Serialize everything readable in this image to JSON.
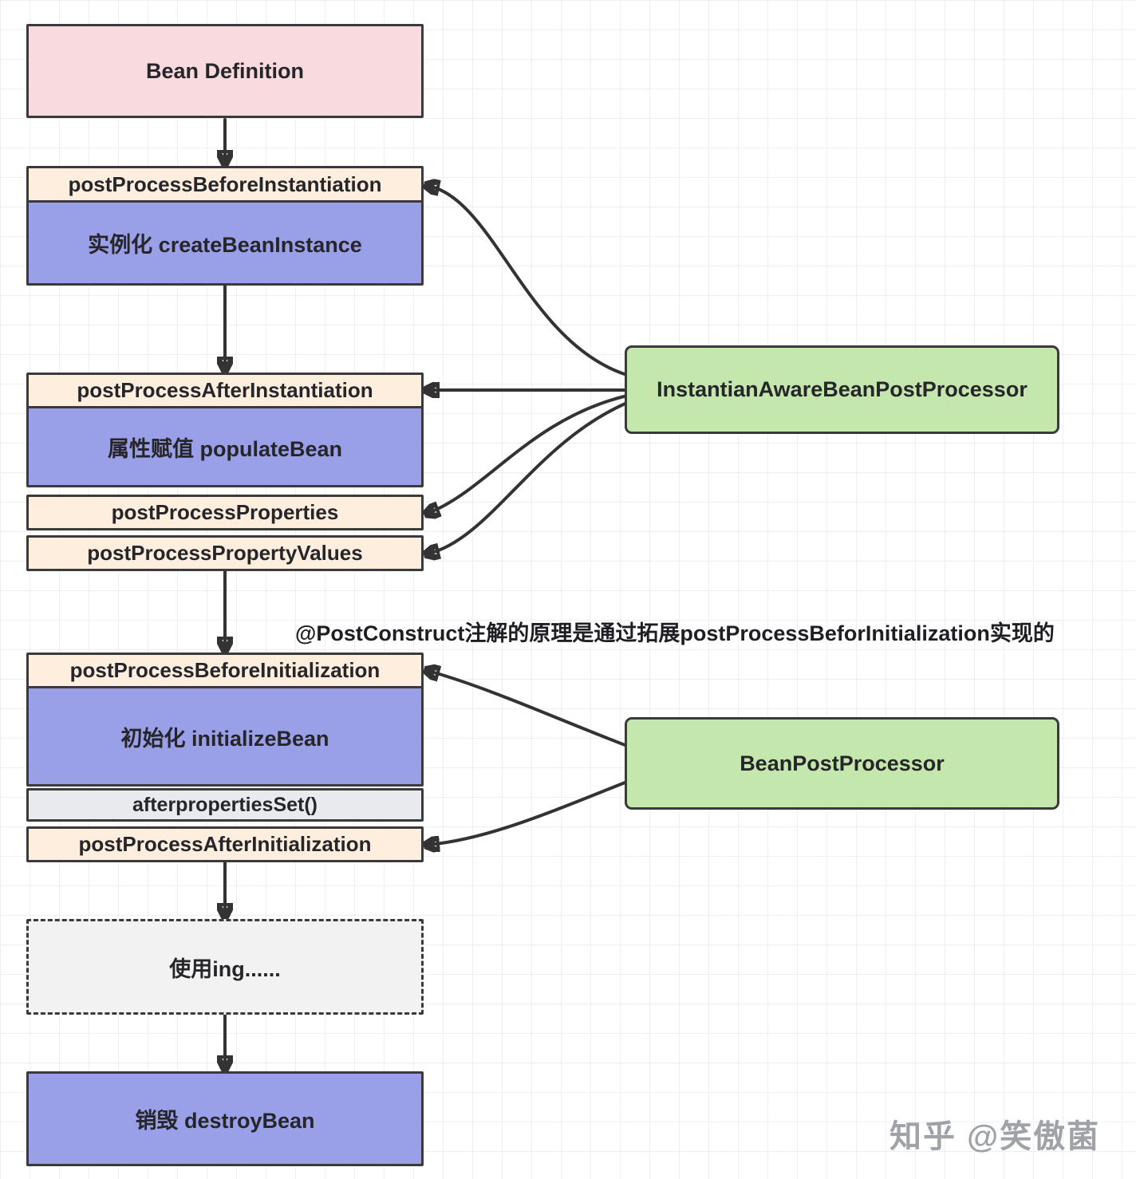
{
  "nodes": {
    "bean_definition": {
      "label": "Bean Definition"
    },
    "post_process_before_instantiation": {
      "label": "postProcessBeforeInstantiation"
    },
    "create_bean_instance": {
      "label": "实例化 createBeanInstance"
    },
    "post_process_after_instantiation": {
      "label": "postProcessAfterInstantiation"
    },
    "populate_bean": {
      "label": "属性赋值 populateBean"
    },
    "post_process_properties": {
      "label": "postProcessProperties"
    },
    "post_process_property_values": {
      "label": "postProcessPropertyValues"
    },
    "post_process_before_initialization": {
      "label": "postProcessBeforeInitialization"
    },
    "initialize_bean": {
      "label": "初始化 initializeBean"
    },
    "after_properties_set": {
      "label": "afterpropertiesSet()"
    },
    "post_process_after_initialization": {
      "label": "postProcessAfterInitialization"
    },
    "using": {
      "label": "使用ing......"
    },
    "destroy_bean": {
      "label": "销毁 destroyBean"
    }
  },
  "processors": {
    "instantiation_aware": {
      "label": "InstantianAwareBeanPostProcessor"
    },
    "bean_post": {
      "label": "BeanPostProcessor"
    }
  },
  "annotation": {
    "text": "@PostConstruct注解的原理是通过拓展postProcessBeforInitialization实现的"
  },
  "watermark": {
    "text": "知乎 @笑傲菌"
  },
  "colors": {
    "pink": "#f9dade",
    "cream": "#fdeedd",
    "purple": "#9aa0e7",
    "green": "#c4e7ae",
    "gray_box": "#e8eaed",
    "dashed_box": "#f2f2f2",
    "border": "#3a3a3c",
    "arrow": "#333333",
    "grid": "#edeff2"
  }
}
